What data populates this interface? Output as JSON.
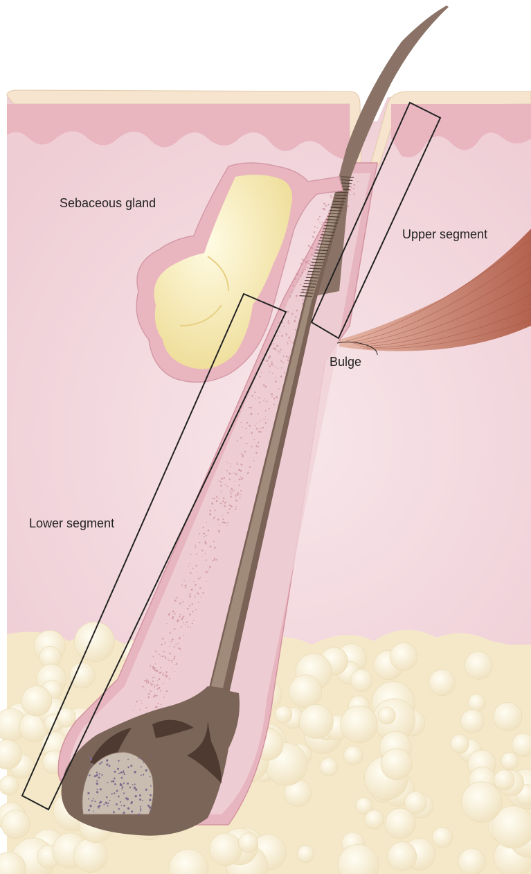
{
  "labels": {
    "sebaceous_gland": "Sebaceous gland",
    "upper_segment": "Upper segment",
    "bulge": "Bulge",
    "lower_segment": "Lower segment"
  },
  "colors": {
    "dermis": "#f3d9df",
    "epidermis": "#eab7c1",
    "stratum_corneum": "#f6e4cf",
    "fat": "#f4e8c9",
    "hair_shaft": "#8a7366",
    "gland": "#f3e4a6",
    "muscle": "#c0725f",
    "outline": "#222222"
  }
}
